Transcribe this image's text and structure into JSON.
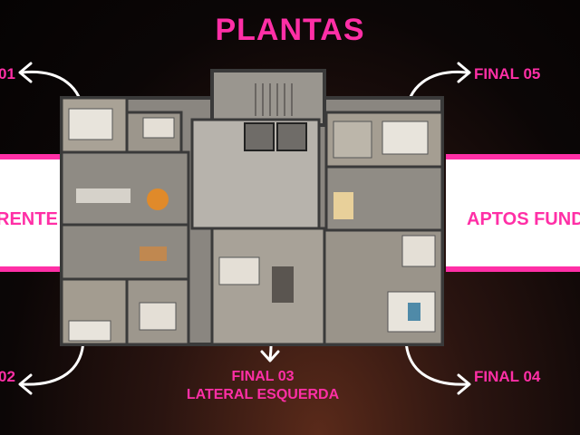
{
  "title": "PLANTAS",
  "labels": {
    "top_left": "01",
    "bottom_left": "02",
    "top_right": "FINAL 05",
    "bottom_right": "FINAL 04",
    "center_line1": "FINAL 03",
    "center_line2": "LATERAL ESQUERDA"
  },
  "bands": {
    "left_text": "RENTE",
    "right_text": "APTOS FUND"
  },
  "colors": {
    "accent": "#ff2fa6",
    "band": "#ffffff",
    "background": "#0b0606"
  }
}
